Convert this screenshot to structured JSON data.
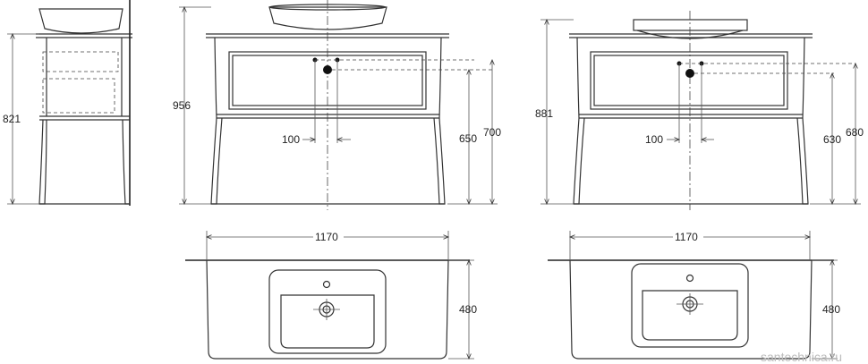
{
  "dimensions": {
    "side_height": "821",
    "front1_height": "956",
    "front1_offset": "100",
    "front1_drain": "650",
    "front1_top": "700",
    "front2_height": "881",
    "front2_offset": "100",
    "front2_drain": "630",
    "front2_top": "680",
    "plan1_width": "1170",
    "plan1_depth": "480",
    "plan2_width": "1170",
    "plan2_depth": "480"
  },
  "watermark": "santechnica.ru"
}
